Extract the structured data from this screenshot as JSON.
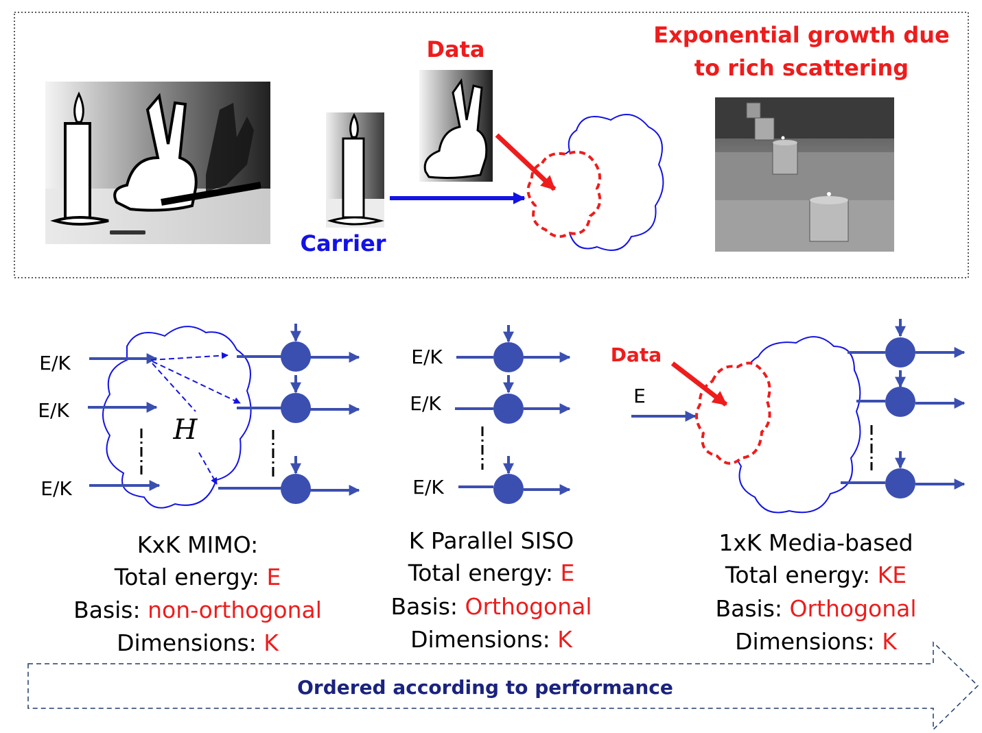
{
  "top": {
    "data_label": "Data",
    "carrier_label": "Carrier",
    "growth_title_line1": "Exponential growth due",
    "growth_title_line2": "to rich scattering"
  },
  "mimo": {
    "input_labels": [
      "E/K",
      "E/K",
      "E/K"
    ],
    "channel_symbol": "H",
    "caption": {
      "title": "KxK MIMO:",
      "energy_prefix": "Total energy: ",
      "energy_value": "E",
      "basis_prefix": "Basis: ",
      "basis_value": "non-orthogonal",
      "dims_prefix": "Dimensions: ",
      "dims_value": "K"
    }
  },
  "siso": {
    "input_labels": [
      "E/K",
      "E/K",
      "E/K"
    ],
    "caption": {
      "title": "K Parallel SISO",
      "energy_prefix": "Total energy: ",
      "energy_value": "E",
      "basis_prefix": "Basis: ",
      "basis_value": "Orthogonal",
      "dims_prefix": "Dimensions: ",
      "dims_value": "K"
    }
  },
  "media": {
    "data_label": "Data",
    "input_label": "E",
    "caption": {
      "title": "1xK Media-based",
      "energy_prefix": "Total energy: ",
      "energy_value": "KE",
      "basis_prefix": "Basis: ",
      "basis_value": "Orthogonal",
      "dims_prefix": "Dimensions: ",
      "dims_value": "K"
    }
  },
  "footer": {
    "ordering_label": "Ordered according to performance"
  },
  "colors": {
    "blue": "#3b4fb0",
    "red": "#ee1c1c",
    "navy": "#1a237e",
    "black": "#000000"
  }
}
